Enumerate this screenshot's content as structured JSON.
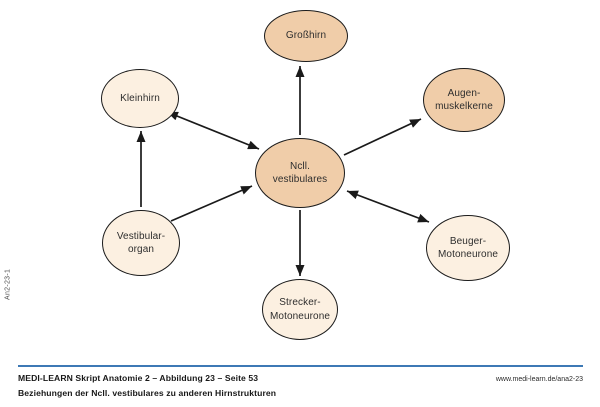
{
  "side_label": "An2-23-1",
  "diagram": {
    "nodes": [
      {
        "id": "grosshirn",
        "label": "Großhirn",
        "emphasis": "dark"
      },
      {
        "id": "kleinhirn",
        "label": "Kleinhirn",
        "emphasis": "light"
      },
      {
        "id": "augenmuskelkerne",
        "label": "Augen-\nmuskelkerne",
        "emphasis": "dark"
      },
      {
        "id": "ncll-vestibulares",
        "label": "Ncll.\nvestibulares",
        "emphasis": "dark"
      },
      {
        "id": "vestibularorgan",
        "label": "Vestibular-\norgan",
        "emphasis": "light"
      },
      {
        "id": "beuger-motoneurone",
        "label": "Beuger-\nMotoneurone",
        "emphasis": "light"
      },
      {
        "id": "strecker-motoneurone",
        "label": "Strecker-\nMotoneurone",
        "emphasis": "light"
      }
    ],
    "edges": [
      {
        "from": "ncll-vestibulares",
        "to": "grosshirn",
        "bidirectional": false
      },
      {
        "from": "vestibularorgan",
        "to": "kleinhirn",
        "bidirectional": false
      },
      {
        "from": "ncll-vestibulares",
        "to": "kleinhirn",
        "bidirectional": true
      },
      {
        "from": "vestibularorgan",
        "to": "ncll-vestibulares",
        "bidirectional": false
      },
      {
        "from": "ncll-vestibulares",
        "to": "augenmuskelkerne",
        "bidirectional": false
      },
      {
        "from": "ncll-vestibulares",
        "to": "beuger-motoneurone",
        "bidirectional": true
      },
      {
        "from": "ncll-vestibulares",
        "to": "strecker-motoneurone",
        "bidirectional": false
      }
    ]
  },
  "footer": {
    "title": "MEDI-LEARN Skript Anatomie 2 – Abbildung 23 – Seite 53",
    "subtitle": "Beziehungen der Ncll. vestibulares zu anderen Hirnstrukturen",
    "url": "www.medi-learn.de/ana2-23"
  },
  "colors": {
    "node_fill_dark": "#f0cda9",
    "node_fill_light": "#fcf0e1",
    "node_border": "#1b1b1b",
    "arrow": "#1a1a1a",
    "accent_line": "#3d79b5"
  }
}
